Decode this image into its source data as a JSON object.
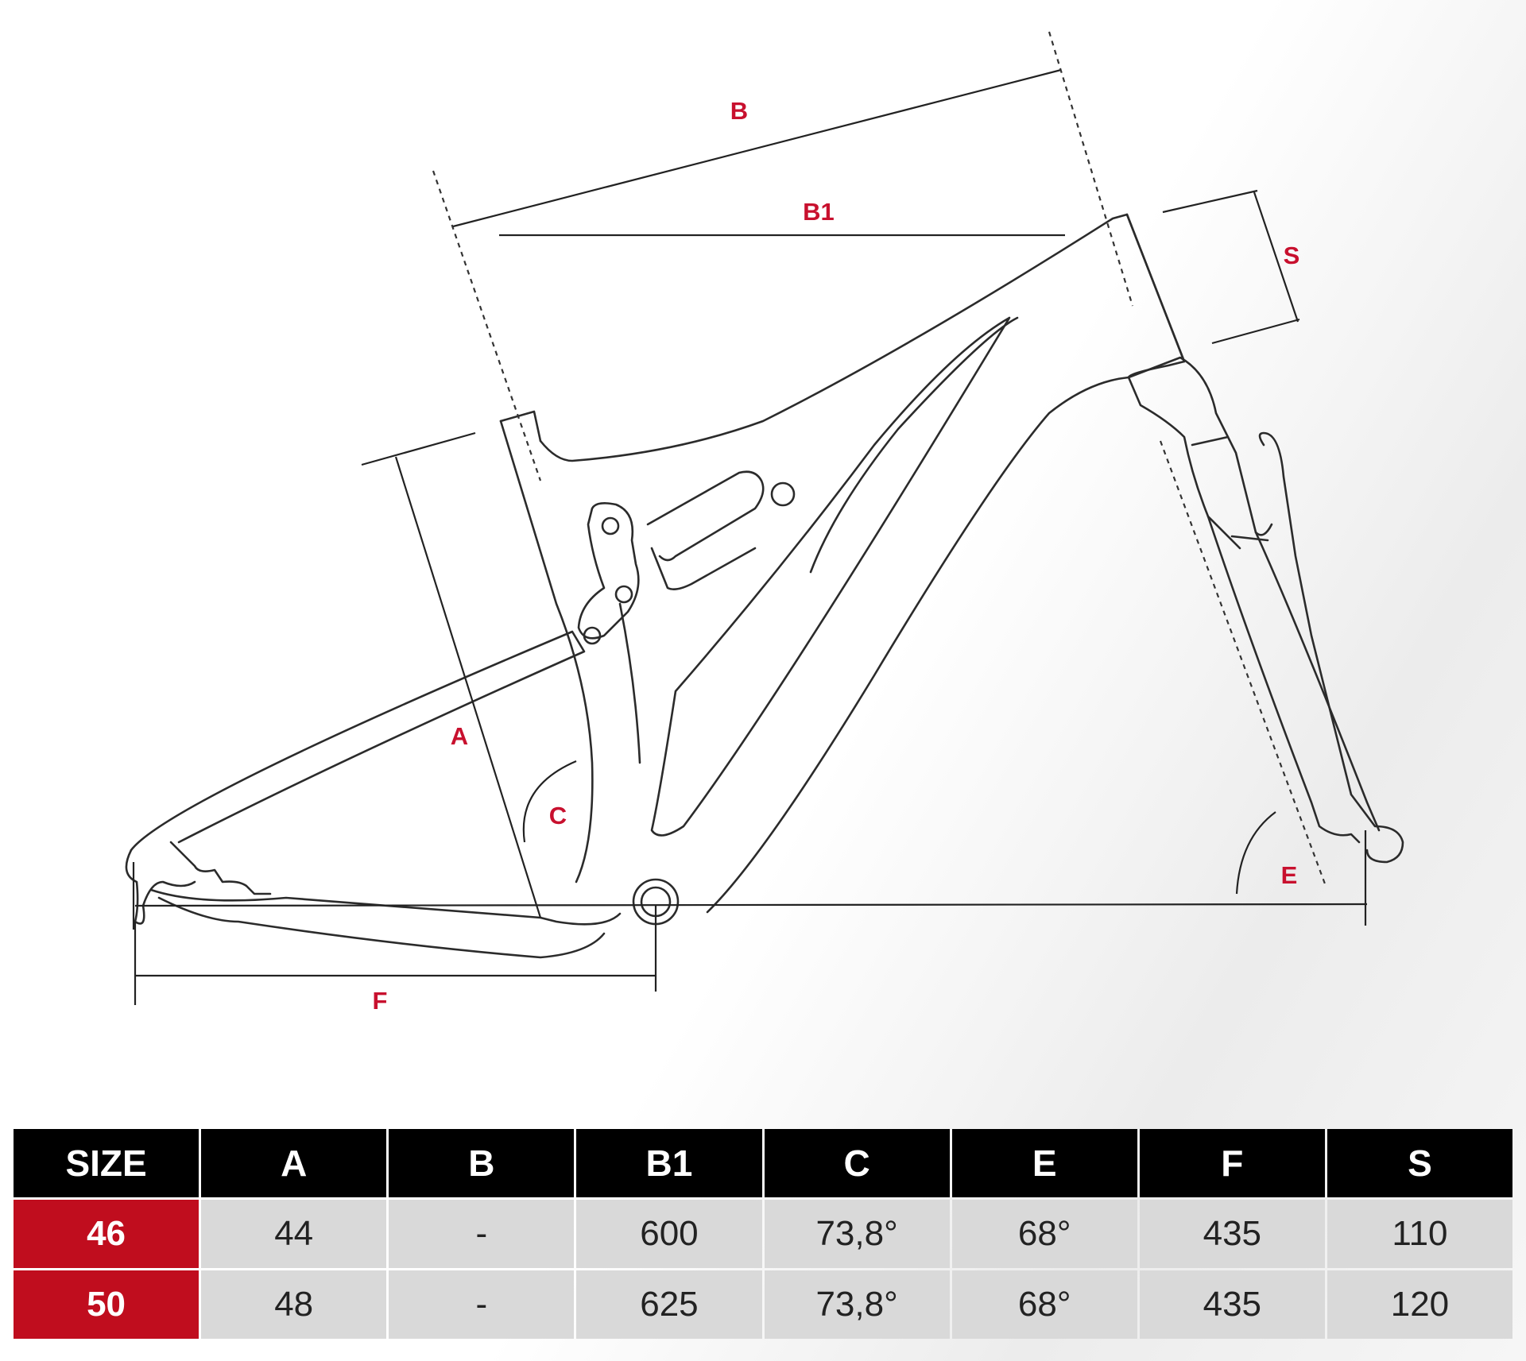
{
  "diagram": {
    "labels": {
      "A": "A",
      "B": "B",
      "B1": "B1",
      "C": "C",
      "E": "E",
      "F": "F",
      "S": "S"
    }
  },
  "table": {
    "headers": [
      "SIZE",
      "A",
      "B",
      "B1",
      "C",
      "E",
      "F",
      "S"
    ],
    "rows": [
      [
        "46",
        "44",
        "-",
        "600",
        "73,8°",
        "68°",
        "435",
        "110"
      ],
      [
        "50",
        "48",
        "-",
        "625",
        "73,8°",
        "68°",
        "435",
        "120"
      ]
    ]
  },
  "colors": {
    "label_red": "#c8102e",
    "size_cell_red": "#c00d1e",
    "header_black": "#000000",
    "cell_gray": "#d9d9d9"
  }
}
